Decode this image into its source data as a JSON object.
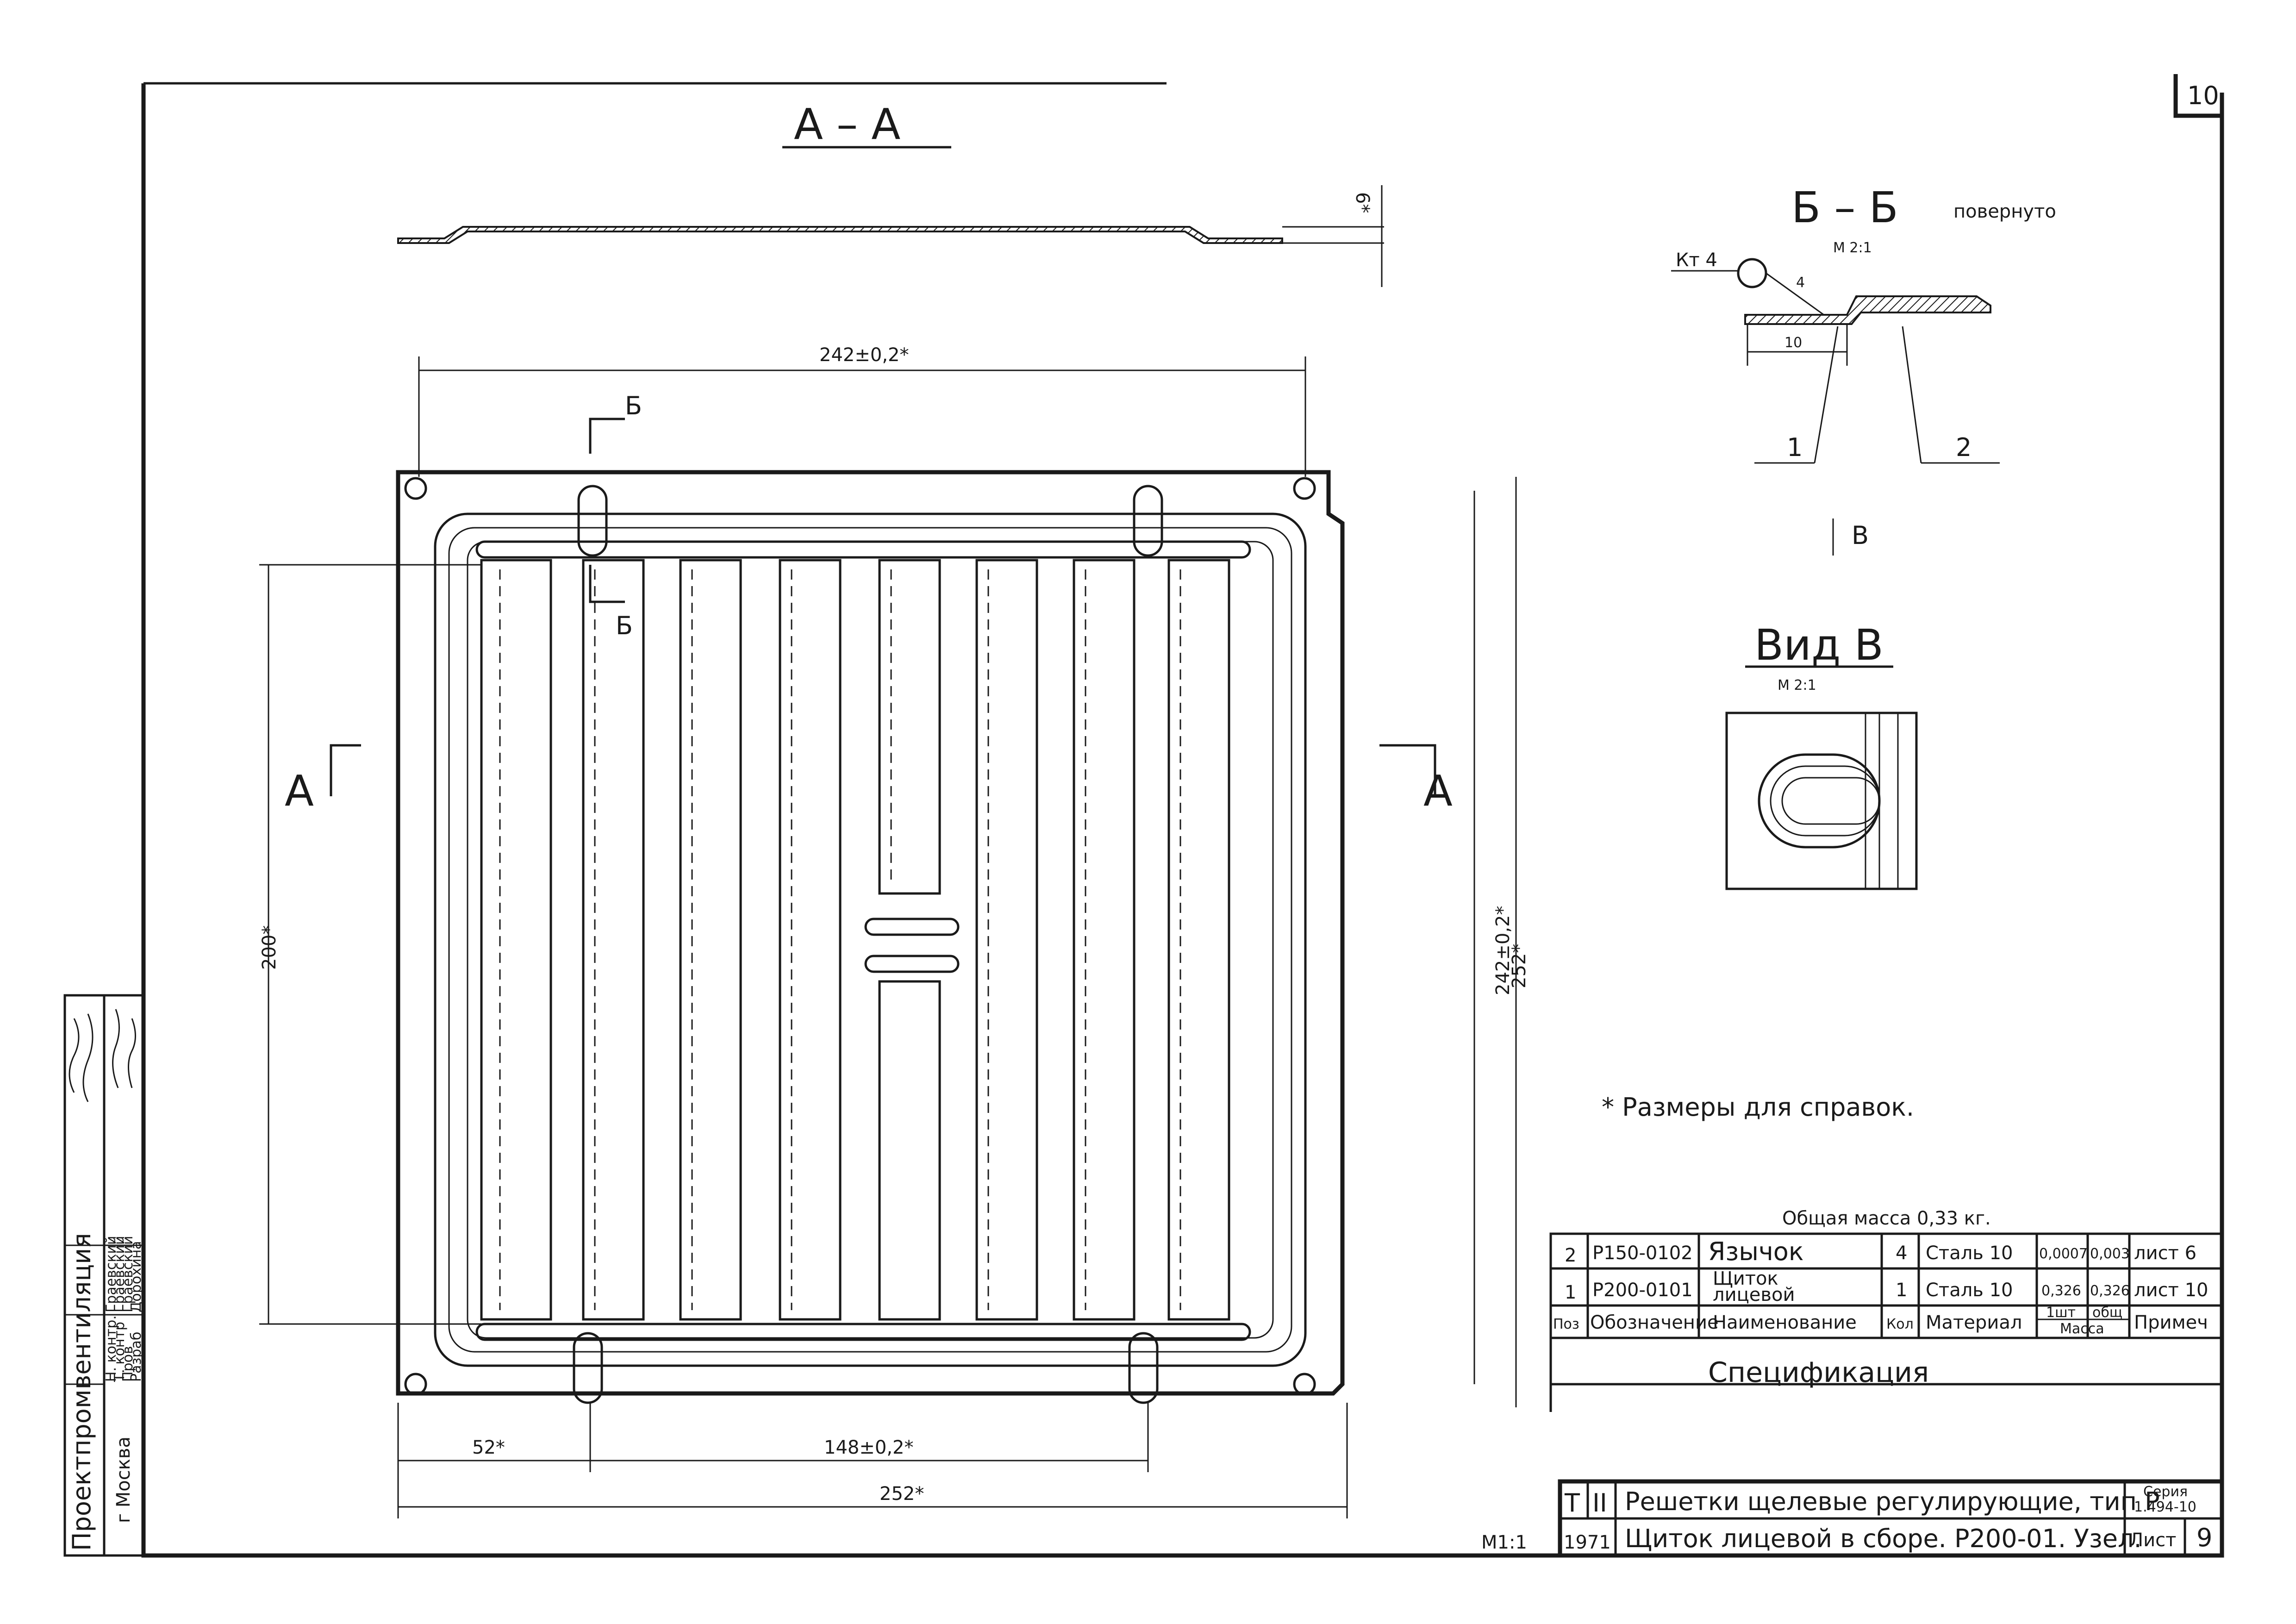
{
  "sheet_number": "10",
  "sections": {
    "aa": "А – А",
    "bb": "Б – Б",
    "bb_note": "повернуто",
    "bb_scale": "М 2:1",
    "view_v_arrow": "В",
    "view_v": "Вид  В",
    "view_v_scale": "М 2:1"
  },
  "cut_marks": {
    "b": "Б",
    "a": "А"
  },
  "weld": {
    "label": "Кт 4",
    "leg": "4",
    "dim": "10",
    "pos1": "1",
    "pos2": "2"
  },
  "dimensions": {
    "top": "242±0,2*",
    "left": "200*",
    "right_inner": "242±0,2*",
    "right_outer": "252*",
    "bottom_left": "52*",
    "bottom_mid": "148±0,2*",
    "bottom_total": "252*",
    "section_height": "6*",
    "scale": "М1:1"
  },
  "note": "* Размеры для справок.",
  "total_mass": "Общая масса 0,33 кг.",
  "spec_title": "Спецификация",
  "spec": {
    "headers": {
      "pos": "Поз",
      "designation": "Обозначение",
      "name": "Наименование",
      "qty": "Кол",
      "material": "Материал",
      "mass_one": "1шт",
      "mass_total": "общ",
      "mass": "Масса",
      "note": "Примеч"
    },
    "rows": [
      {
        "pos": "2",
        "designation": "Р150-0102",
        "name": "Язычок",
        "qty": "4",
        "material": "Сталь 10",
        "mass_one": "0,0007",
        "mass_total": "0,003",
        "note": "лист 6"
      },
      {
        "pos": "1",
        "designation": "Р200-0101",
        "name_line1": "Щиток",
        "name_line2": "лицевой",
        "qty": "1",
        "material": "Сталь 10",
        "mass_one": "0,326",
        "mass_total": "0,326",
        "note": "лист 10"
      }
    ]
  },
  "title_block": {
    "mark_t": "Т",
    "mark_ii": "II",
    "year": "1971",
    "title1": "Решетки щелевые регулирующие, тип Р",
    "title2": "Щиток лицевой в сборе. Р200-01. Узел.",
    "series_label": "Серия",
    "series": "1.494-10",
    "sheet_label": "Лист",
    "sheet": "9"
  },
  "org": {
    "name": "Проектпромвентиляция",
    "city": "г Москва",
    "roles": [
      "Н. контр.",
      "Т. контр",
      "Пров",
      "Разраб"
    ],
    "names": [
      "Граевский",
      "Граевский",
      "Граевский",
      "Дорохина"
    ]
  }
}
